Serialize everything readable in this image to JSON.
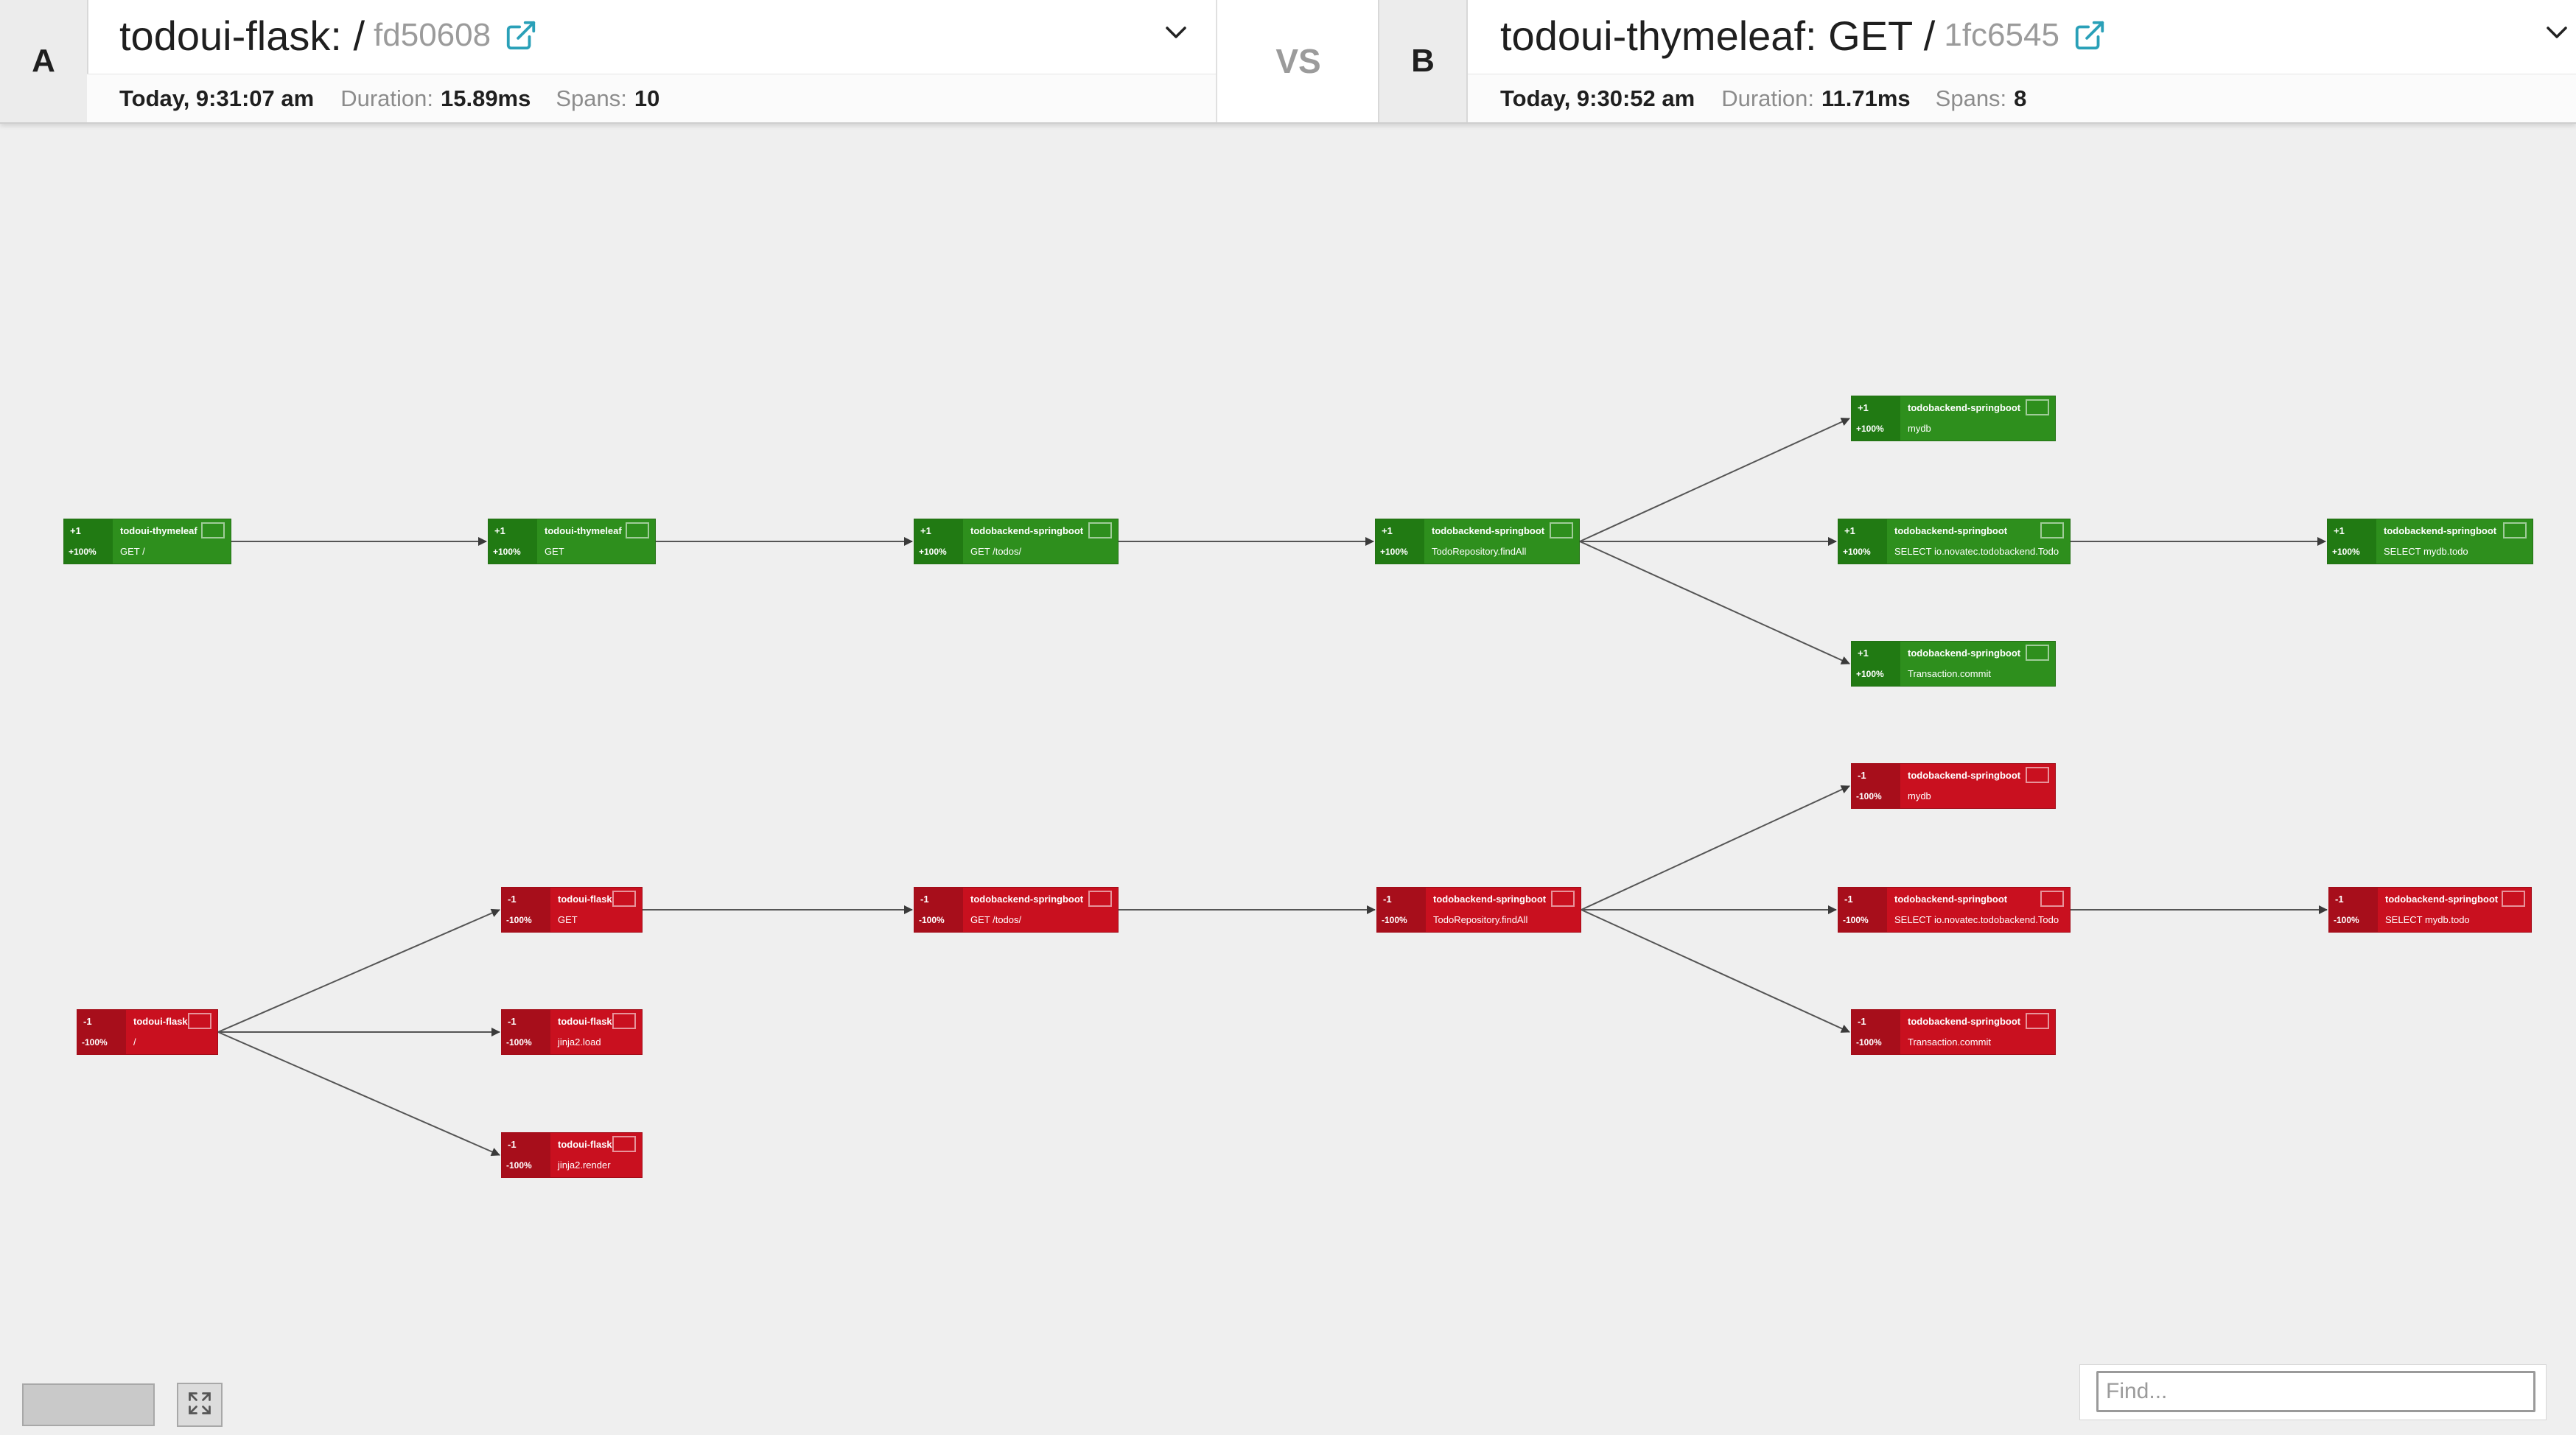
{
  "header": {
    "left": {
      "label": "A",
      "title": "todoui-flask: /",
      "trace_id": "fd50608",
      "date": "Today, 9:31:07 am",
      "duration_label": "Duration:",
      "duration_value": "15.89ms",
      "spans_label": "Spans:",
      "spans_value": "10"
    },
    "vs": "VS",
    "right": {
      "label": "B",
      "title": "todoui-thymeleaf: GET /",
      "trace_id": "1fc6545",
      "date": "Today, 9:30:52 am",
      "duration_label": "Duration:",
      "duration_value": "11.71ms",
      "spans_label": "Spans:",
      "spans_value": "8"
    },
    "icons": {
      "external_link": "external-link-icon",
      "dropdown": "chevron-down-icon"
    }
  },
  "colors": {
    "added": "#2e8f1d",
    "added_dark": "#217a13",
    "removed": "#c9101f",
    "removed_dark": "#a70e1b",
    "link": "#2aa0b8",
    "edge": "#555555"
  },
  "graph": {
    "nodes": [
      {
        "id": "g1",
        "status": "added",
        "count": "+1",
        "pct": "+100%",
        "service": "todoui-thymeleaf",
        "operation": "GET /"
      },
      {
        "id": "g2",
        "status": "added",
        "count": "+1",
        "pct": "+100%",
        "service": "todoui-thymeleaf",
        "operation": "GET"
      },
      {
        "id": "g3",
        "status": "added",
        "count": "+1",
        "pct": "+100%",
        "service": "todobackend-springboot",
        "operation": "GET /todos/"
      },
      {
        "id": "g4",
        "status": "added",
        "count": "+1",
        "pct": "+100%",
        "service": "todobackend-springboot",
        "operation": "TodoRepository.findAll"
      },
      {
        "id": "g5",
        "status": "added",
        "count": "+1",
        "pct": "+100%",
        "service": "todobackend-springboot",
        "operation": "mydb"
      },
      {
        "id": "g6",
        "status": "added",
        "count": "+1",
        "pct": "+100%",
        "service": "todobackend-springboot",
        "operation": "SELECT io.novatec.todobackend.Todo"
      },
      {
        "id": "g7",
        "status": "added",
        "count": "+1",
        "pct": "+100%",
        "service": "todobackend-springboot",
        "operation": "SELECT mydb.todo"
      },
      {
        "id": "g8",
        "status": "added",
        "count": "+1",
        "pct": "+100%",
        "service": "todobackend-springboot",
        "operation": "Transaction.commit"
      },
      {
        "id": "r1",
        "status": "removed",
        "count": "-1",
        "pct": "-100%",
        "service": "todoui-flask",
        "operation": "/"
      },
      {
        "id": "r2",
        "status": "removed",
        "count": "-1",
        "pct": "-100%",
        "service": "todoui-flask",
        "operation": "GET"
      },
      {
        "id": "r3",
        "status": "removed",
        "count": "-1",
        "pct": "-100%",
        "service": "todoui-flask",
        "operation": "jinja2.load"
      },
      {
        "id": "r4",
        "status": "removed",
        "count": "-1",
        "pct": "-100%",
        "service": "todoui-flask",
        "operation": "jinja2.render"
      },
      {
        "id": "r5",
        "status": "removed",
        "count": "-1",
        "pct": "-100%",
        "service": "todobackend-springboot",
        "operation": "GET /todos/"
      },
      {
        "id": "r6",
        "status": "removed",
        "count": "-1",
        "pct": "-100%",
        "service": "todobackend-springboot",
        "operation": "TodoRepository.findAll"
      },
      {
        "id": "r7",
        "status": "removed",
        "count": "-1",
        "pct": "-100%",
        "service": "todobackend-springboot",
        "operation": "mydb"
      },
      {
        "id": "r8",
        "status": "removed",
        "count": "-1",
        "pct": "-100%",
        "service": "todobackend-springboot",
        "operation": "SELECT io.novatec.todobackend.Todo"
      },
      {
        "id": "r9",
        "status": "removed",
        "count": "-1",
        "pct": "-100%",
        "service": "todobackend-springboot",
        "operation": "SELECT mydb.todo"
      },
      {
        "id": "r10",
        "status": "removed",
        "count": "-1",
        "pct": "-100%",
        "service": "todobackend-springboot",
        "operation": "Transaction.commit"
      }
    ],
    "edges": [
      [
        "g1",
        "g2"
      ],
      [
        "g2",
        "g3"
      ],
      [
        "g3",
        "g4"
      ],
      [
        "g4",
        "g5"
      ],
      [
        "g4",
        "g6"
      ],
      [
        "g4",
        "g8"
      ],
      [
        "g6",
        "g7"
      ],
      [
        "r1",
        "r2"
      ],
      [
        "r1",
        "r3"
      ],
      [
        "r1",
        "r4"
      ],
      [
        "r2",
        "r5"
      ],
      [
        "r5",
        "r6"
      ],
      [
        "r6",
        "r7"
      ],
      [
        "r6",
        "r8"
      ],
      [
        "r6",
        "r10"
      ],
      [
        "r8",
        "r9"
      ]
    ]
  },
  "footer": {
    "find_placeholder": "Find...",
    "fit_icon": "fit-view-icon"
  }
}
